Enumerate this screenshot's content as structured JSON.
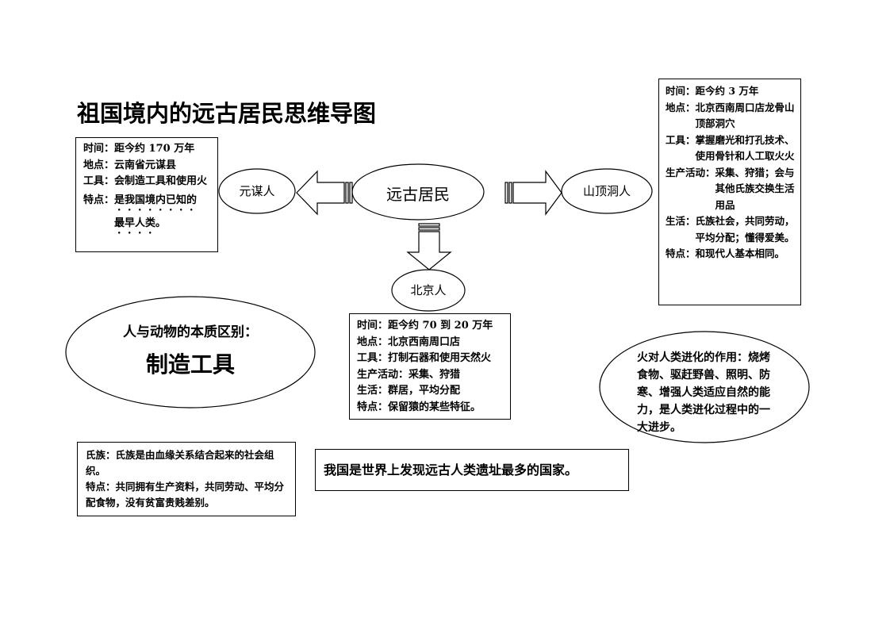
{
  "title": "祖国境内的远古居民思维导图",
  "center_node": "远古居民",
  "nodes": {
    "yuanmou": "元谋人",
    "shandingdong": "山顶洞人",
    "beijing": "北京人"
  },
  "yuanmou_info": [
    {
      "key": "时间：",
      "value": "距今约 170 万年"
    },
    {
      "key": "地点：",
      "value": "云南省元谋县"
    },
    {
      "key": "工具：",
      "value": "会制造工具和使用火"
    }
  ],
  "yuanmou_feature": {
    "key": "特点：",
    "value_part1": "是我国境内已知的",
    "value_part2": "最早人类。"
  },
  "shandingdong_info": [
    {
      "key": "时间：",
      "value": "距今约 3 万年"
    },
    {
      "key": "地点：",
      "value": "北京西南周口店龙骨山顶部洞穴"
    },
    {
      "key": "工具：",
      "value": "掌握磨光和打孔技术、使用骨针和人工取火火"
    },
    {
      "key": "生产活动：",
      "value": "采集、狩猎；会与其他氏族交换生活用品"
    },
    {
      "key": "生活：",
      "value": "氏族社会，共同劳动，平均分配；懂得爱美。"
    },
    {
      "key": "特点：",
      "value": "和现代人基本相同。"
    }
  ],
  "beijing_info": [
    {
      "key": "时间：",
      "value": "距今约 70 到 20 万年"
    },
    {
      "key": "地点：",
      "value": "北京西南周口店"
    },
    {
      "key": "工具：",
      "value": "打制石器和使用天然火"
    },
    {
      "key": "生产活动：",
      "value": "采集、狩猎"
    },
    {
      "key": "生活：",
      "value": "群居，平均分配"
    },
    {
      "key": "特点：",
      "value": "保留猿的某些特征。"
    }
  ],
  "essence": {
    "heading": "人与动物的本质区别：",
    "answer": "制造工具"
  },
  "fire": {
    "text": "火对人类进化的作用：烧烤食物、驱赶野兽、照明、防寒、增强人类适应自然的能力，是人类进化过程中的一大进步。"
  },
  "clan": [
    {
      "key": "氏族：",
      "value": "氏族是由血缘关系结合起来的社会组织。"
    },
    {
      "key": "特点：",
      "value": "共同拥有生产资料，共同劳动、平均分配食物，没有贫富贵贱差别。"
    }
  ],
  "fact": "我国是世界上发现远古人类遗址最多的国家。"
}
